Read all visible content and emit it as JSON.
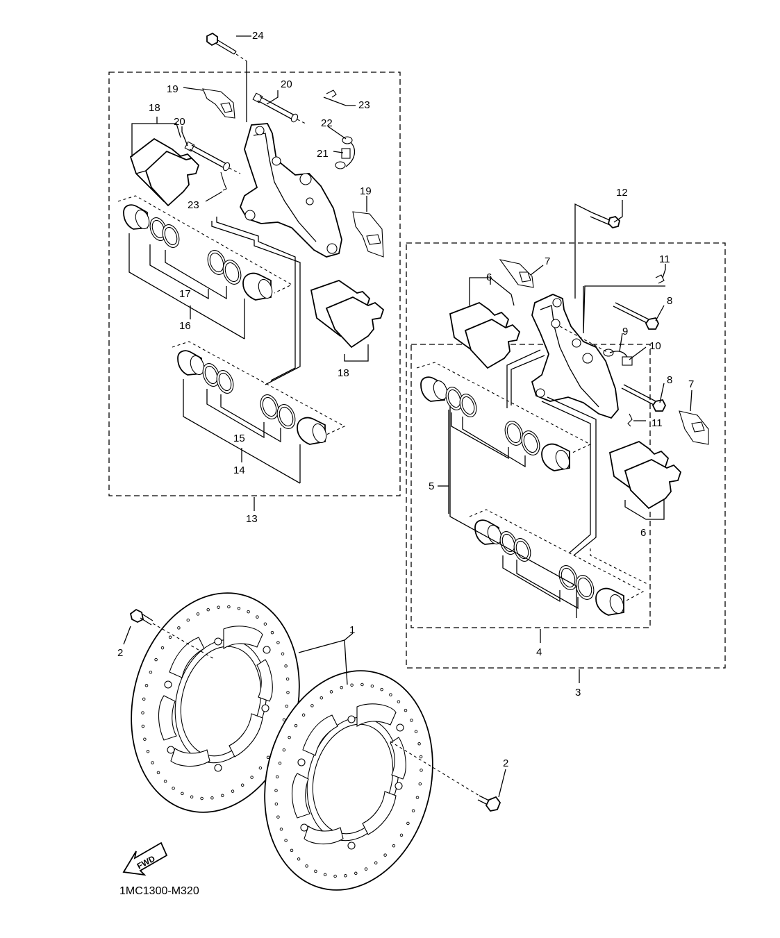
{
  "diagram": {
    "code": "1MC1300-M320",
    "fwd_label": "FWD",
    "callouts": {
      "c1": "1",
      "c2a": "2",
      "c2b": "2",
      "c3": "3",
      "c4": "4",
      "c5": "5",
      "c6a": "6",
      "c6b": "6",
      "c7a": "7",
      "c7b": "7",
      "c8a": "8",
      "c8b": "8",
      "c9": "9",
      "c10": "10",
      "c11a": "11",
      "c11b": "11",
      "c12": "12",
      "c13": "13",
      "c14": "14",
      "c15": "15",
      "c16": "16",
      "c17": "17",
      "c18a": "18",
      "c18b": "18",
      "c19a": "19",
      "c19b": "19",
      "c20a": "20",
      "c20b": "20",
      "c21": "21",
      "c22": "22",
      "c23a": "23",
      "c23b": "23",
      "c24": "24"
    }
  }
}
